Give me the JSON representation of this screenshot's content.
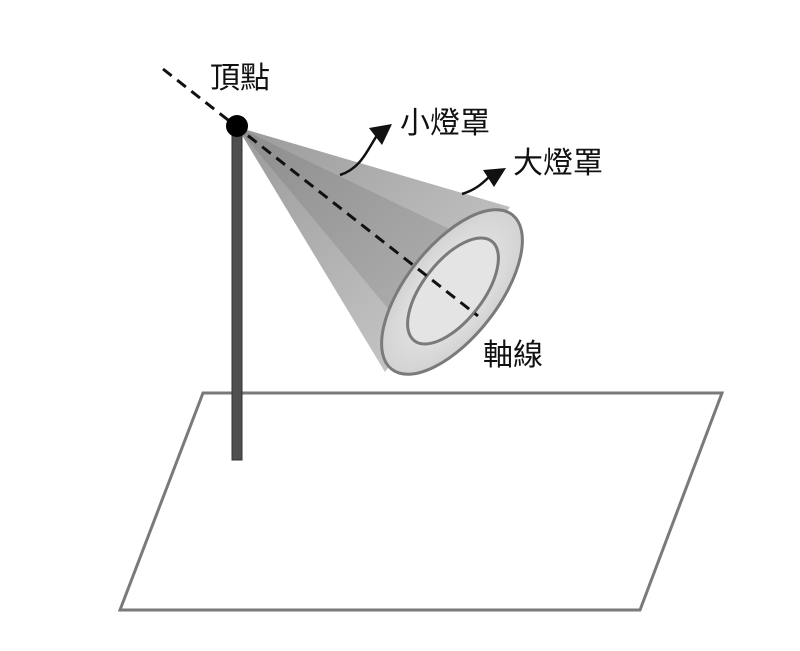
{
  "labels": {
    "vertex": "頂點",
    "small_lampshade": "小燈罩",
    "large_lampshade": "大燈罩",
    "axis": "軸線"
  },
  "colors": {
    "outline": "#7a7a7a",
    "pole": "#555555",
    "cone_dark": "#8c8c8c",
    "cone_light": "#d9d9d9",
    "dashed_axis": "#111111",
    "text": "#111111"
  }
}
